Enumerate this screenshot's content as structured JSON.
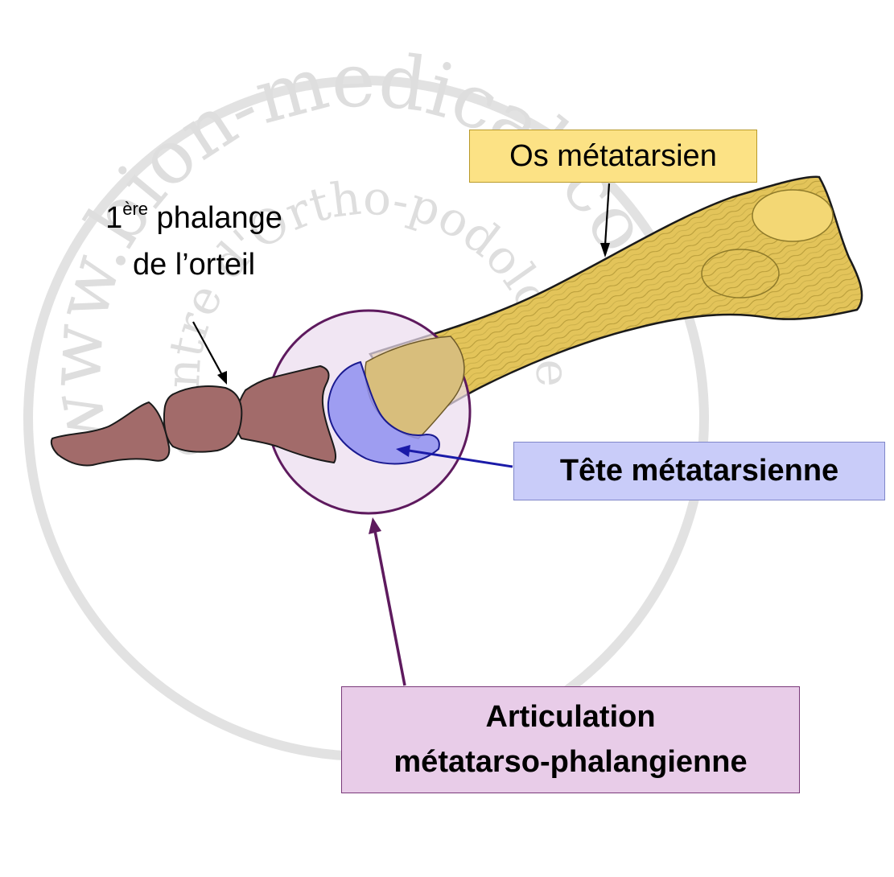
{
  "watermark": {
    "outer_text": "www.bion-medical.com",
    "inner_text": "Centre d'Ortho-podologie",
    "ring_color": "#e2e2e2",
    "text_color": "#dedede"
  },
  "labels": {
    "metatarsal": {
      "text": "Os métatarsien",
      "bg": "#fce285",
      "border": "#b99a2a"
    },
    "phalanx": {
      "number": "1",
      "superscript": "ère",
      "rest": " phalange",
      "line2": "de l’orteil"
    },
    "head": {
      "text": "Tête métatarsienne",
      "bg": "#c9ccf9",
      "border": "#7f86c9"
    },
    "joint": {
      "line1": "Articulation",
      "line2": "métatarso-phalangienne",
      "bg": "#e8cce8",
      "border": "#7a3a7a"
    }
  },
  "colors": {
    "bone_yellow": "#e3c45a",
    "bone_outline": "#1a1a1a",
    "phalanx": "#a26b6a",
    "head_blue": "#8f8ff0",
    "joint_circle_fill": "#ecdcef",
    "joint_circle_stroke": "#5e1a5e",
    "arrow_blue": "#1a1aa8",
    "arrow_purple": "#5e1a5e",
    "arrow_black": "#000000"
  }
}
